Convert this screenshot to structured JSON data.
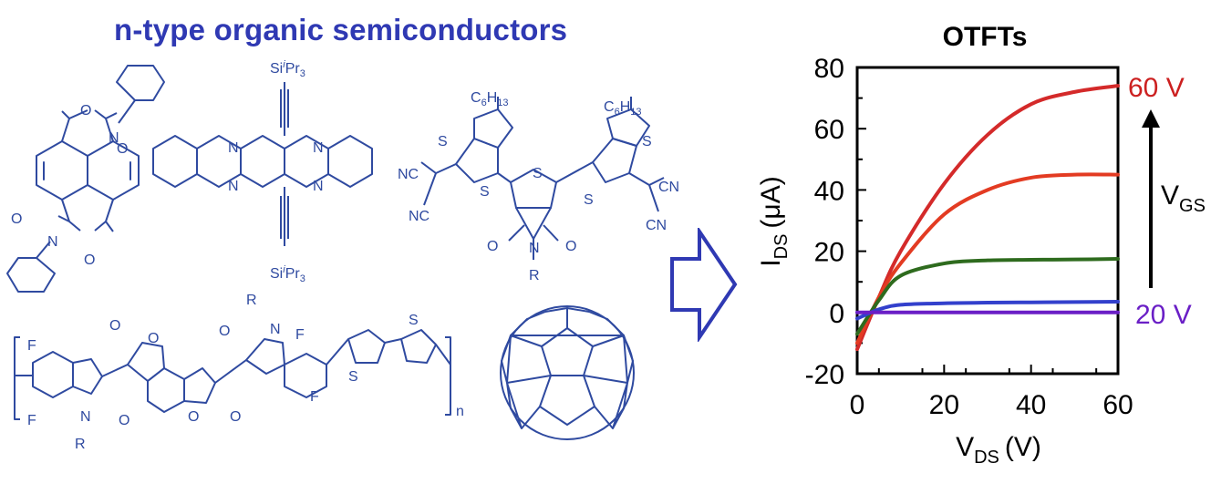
{
  "left": {
    "title": "n-type organic semiconductors",
    "title_color": "#2f39b3",
    "structure_color": "#2f4aa0"
  },
  "molecules": {
    "ndi": {
      "atom_n": "N",
      "atom_o": "O"
    },
    "tips_pentacene": {
      "atom_n": "N",
      "si_top": "Si",
      "si_bottom": "Si",
      "ipr": "Pr",
      "sub": "3",
      "i": "i"
    },
    "thiophene_dye": {
      "c": "C",
      "h": "H",
      "n6": "6",
      "n13": "13",
      "s": "S",
      "nc": "NC",
      "cn": "CN",
      "atom_n": "N",
      "atom_o": "O",
      "r": "R"
    },
    "polymer": {
      "f": "F",
      "o": "O",
      "atom_n": "N",
      "r": "R",
      "s": "S",
      "n": "n"
    },
    "fullerene": {}
  },
  "arrow": {
    "icon": "outline-right-arrow-icon",
    "color": "#2f39b3"
  },
  "chart_data": {
    "type": "line",
    "title": "OTFTs",
    "xlabel": "V",
    "xlabel_sub": "DS",
    "xlabel_unit": "(V)",
    "ylabel": "I",
    "ylabel_sub": "DS",
    "ylabel_unit": "(μA)",
    "xlim": [
      0,
      60
    ],
    "ylim": [
      -20,
      80
    ],
    "xticks": [
      0,
      20,
      40,
      60
    ],
    "yticks": [
      -20,
      0,
      20,
      40,
      60,
      80
    ],
    "x_tick_labels": [
      "0",
      "20",
      "40",
      "60"
    ],
    "y_tick_labels": [
      "-20",
      "0",
      "20",
      "40",
      "60",
      "80"
    ],
    "series": [
      {
        "color": "#d42a2a",
        "x": [
          0,
          5,
          10,
          20,
          30,
          40,
          50,
          60
        ],
        "y": [
          -12,
          5,
          20,
          42,
          58,
          68,
          72,
          74
        ]
      },
      {
        "color": "#e33b22",
        "x": [
          0,
          5,
          10,
          20,
          30,
          40,
          50,
          60
        ],
        "y": [
          -10,
          5,
          16,
          32,
          40,
          44,
          45,
          45
        ]
      },
      {
        "color": "#2e6b1e",
        "x": [
          0,
          5,
          10,
          20,
          30,
          40,
          50,
          60
        ],
        "y": [
          -7,
          4,
          12,
          16,
          17,
          17.2,
          17.3,
          17.5
        ]
      },
      {
        "color": "#3340cc",
        "x": [
          0,
          5,
          10,
          20,
          30,
          40,
          50,
          60
        ],
        "y": [
          -2,
          1,
          2.5,
          3,
          3.2,
          3.3,
          3.4,
          3.5
        ]
      },
      {
        "color": "#6a1fc6",
        "x": [
          0,
          60
        ],
        "y": [
          0,
          0
        ]
      }
    ],
    "annotations": {
      "top_label": "60 V",
      "top_color": "#cc2020",
      "bottom_label": "20 V",
      "bottom_color": "#6a1fc6",
      "vgs_label": "V",
      "vgs_sub": "GS"
    }
  }
}
